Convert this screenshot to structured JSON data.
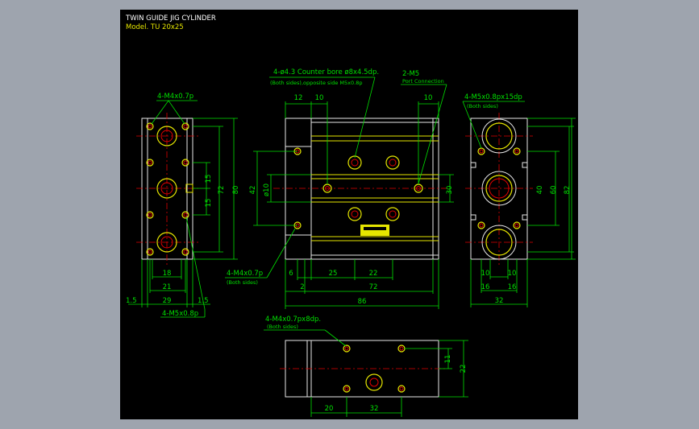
{
  "title": {
    "line1": "TWIN GUIDE JIG CYLINDER",
    "line2": "Model. TU 20x25"
  },
  "callouts": {
    "counterbore": "4-ø4.3 Counter bore ø8x4.5dp.",
    "counterbore_sub": "(Both sides),opposite side M5x0.8p",
    "port": "2-M5",
    "port_sub": "Port Connection",
    "rear_tap": "4-M5x0.8px15dp",
    "rear_tap_sub": "(Both sides)",
    "left_top_tap": "4-M4x0.7p",
    "left_bottom_tap": "4-M5x0.8p",
    "front_tap": "4-M4x0.7p",
    "front_tap_sub": "(Both sides)",
    "bottom_tap": "4-M4x0.7px8dp.",
    "bottom_tap_sub": "(Both sides)"
  },
  "dims": {
    "d12": "12",
    "d10a": "10",
    "d10b": "10",
    "d15a": "15",
    "d15b": "15",
    "d72v": "72",
    "d80": "80",
    "d42": "42",
    "d10dia": "ø10",
    "d30": "30",
    "d40": "40",
    "d60": "60",
    "d82": "82",
    "d18": "18",
    "d21": "21",
    "d29": "29",
    "d15l": "1.5",
    "d15r": "1.5",
    "d6": "6",
    "d25": "25",
    "d22h": "22",
    "d2": "2",
    "d72h": "72",
    "d86": "86",
    "d16a": "16",
    "d16b": "16",
    "d10c": "10",
    "d10e": "10",
    "d32r": "32",
    "d11": "11",
    "d22b": "22",
    "d20": "20",
    "d32b": "32"
  },
  "colors": {
    "background": "#000000",
    "frame": "#9ea4ae",
    "dimension": "#00e000",
    "outline": "#e8e8e8",
    "hidden": "#e6e600",
    "centerline": "#e00000"
  }
}
